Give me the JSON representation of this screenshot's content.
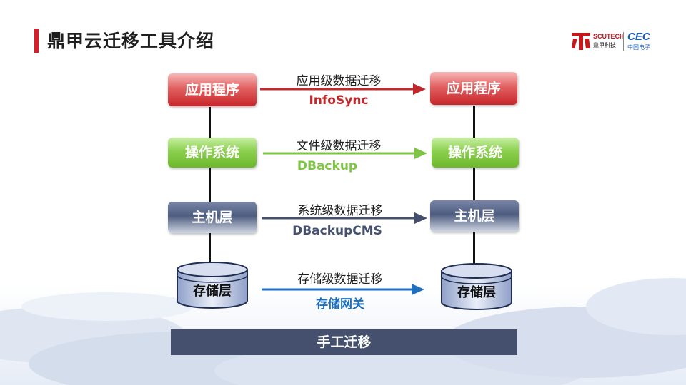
{
  "slide": {
    "title": "鼎甲云迁移工具介绍",
    "accent_color": "#d3202a"
  },
  "logo": {
    "brand": "SCUTECH",
    "brand_cn": "鼎甲科技",
    "partner": "CEC",
    "partner_cn": "中国电子"
  },
  "layers": {
    "app": "应用程序",
    "os": "操作系统",
    "host": "主机层",
    "storage": "存储层"
  },
  "migrations": [
    {
      "level": "应用级数据迁移",
      "tool": "InfoSync",
      "color": "#c0282b"
    },
    {
      "level": "文件级数据迁移",
      "tool": "DBackup",
      "color": "#7ec544"
    },
    {
      "level": "系统级数据迁移",
      "tool": "DBackupCMS",
      "color": "#44506d"
    },
    {
      "level": "存储级数据迁移",
      "tool": "存储网关",
      "color": "#1f6fbf"
    }
  ],
  "manual": "手工迁移"
}
